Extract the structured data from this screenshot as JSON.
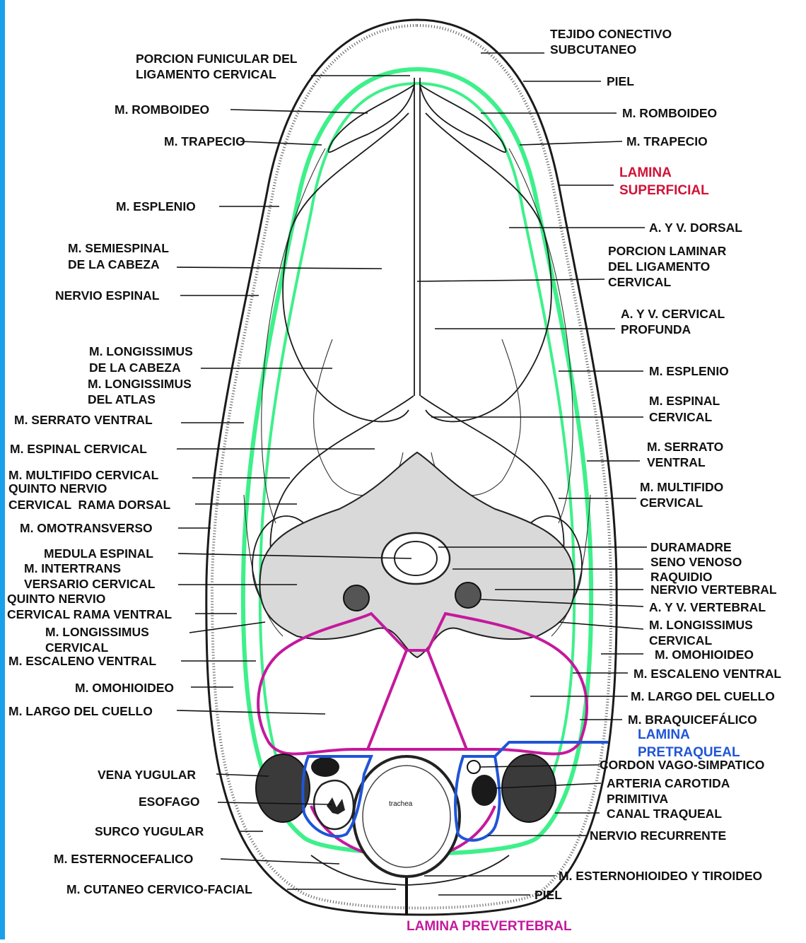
{
  "colors": {
    "sidebar": "#1aa0ea",
    "lamina_superficial": "#3ef08a",
    "lamina_pretraqueal": "#1f55d6",
    "lamina_prevertebral": "#c4199c",
    "label_red": "#d01237"
  },
  "labels": {
    "tejido": [
      "TEJIDO CONECTIVO",
      "SUBCUTANEO"
    ],
    "porcion_funicular": [
      "PORCION FUNICULAR DEL",
      "LIGAMENTO CERVICAL"
    ],
    "piel_top": "PIEL",
    "romboideo_left": "M. ROMBOIDEO",
    "romboideo_right": "M. ROMBOIDEO",
    "trapecio_left": "M. TRAPECIO",
    "trapecio_right": "M. TRAPECIO",
    "lamina_superficial": [
      "LAMINA",
      "SUPERFICIAL"
    ],
    "esplenio_left": "M. ESPLENIO",
    "av_dorsal": "A. Y V. DORSAL",
    "semiespinal": [
      "M. SEMIESPINAL",
      "DE LA CABEZA"
    ],
    "porcion_laminar": [
      "PORCION LAMINAR",
      "DEL LIGAMENTO",
      "CERVICAL"
    ],
    "nervio_espinal": "NERVIO ESPINAL",
    "av_cervical": [
      "A. Y V. CERVICAL",
      "PROFUNDA"
    ],
    "longissimus_cabeza": [
      "M. LONGISSIMUS",
      "DE LA CABEZA"
    ],
    "esplenio_right": "M. ESPLENIO",
    "longissimus_atlas": [
      "M. LONGISSIMUS",
      "DEL ATLAS"
    ],
    "espinal_cervical_right": [
      "M. ESPINAL",
      "CERVICAL"
    ],
    "serrato_left": "M. SERRATO VENTRAL",
    "serrato_right": [
      "M. SERRATO",
      "VENTRAL"
    ],
    "espinal_cervical_left": "M. ESPINAL CERVICAL",
    "multifido_left": "M. MULTIFIDO CERVICAL",
    "multifido_right": [
      "M. MULTIFIDO",
      "CERVICAL"
    ],
    "quinto_dorsal": [
      "QUINTO NERVIO",
      "CERVICAL  RAMA DORSAL"
    ],
    "omotransverso": "M. OMOTRANSVERSO",
    "duramadre": "DURAMADRE",
    "medula": "MEDULA ESPINAL",
    "seno_venoso": [
      "SENO VENOSO",
      "RAQUIDIO"
    ],
    "intertrans": [
      "M. INTERTRANS",
      "VERSARIO CERVICAL"
    ],
    "nervio_vertebral": "NERVIO VERTEBRAL",
    "quinto_ventral": [
      "QUINTO NERVIO",
      "CERVICAL RAMA VENTRAL"
    ],
    "av_vertebral": "A. Y V. VERTEBRAL",
    "longissimus_cervical_left": [
      "M. LONGISSIMUS",
      "CERVICAL"
    ],
    "longissimus_cervical_right": [
      "M. LONGISSIMUS",
      "CERVICAL"
    ],
    "omohioideo_right": "M. OMOHIOIDEO",
    "escaleno_left": "M. ESCALENO VENTRAL",
    "escaleno_right": "M. ESCALENO VENTRAL",
    "omohioideo_left": "M. OMOHIOIDEO",
    "largo_cuello_left": "M. LARGO DEL CUELLO",
    "largo_cuello_right": "M. LARGO DEL CUELLO",
    "braquicefalico": "M. BRAQUICEFÁLICO",
    "lamina_pretraqueal": [
      "LAMINA",
      "PRETRAQUEAL"
    ],
    "cordon_vago": "CORDON VAGO-SIMPATICO",
    "vena_yugular": "VENA YUGULAR",
    "arteria_carotida": [
      "ARTERIA CAROTIDA",
      "PRIMITIVA"
    ],
    "esofago": "ESOFAGO",
    "canal_traqueal": "CANAL TRAQUEAL",
    "surco_yugular": "SURCO YUGULAR",
    "nervio_recurrente": "NERVIO RECURRENTE",
    "esternocefalico": "M. ESTERNOCEFALICO",
    "esternohioideo": "M. ESTERNOHIOIDEO Y TIROIDEO",
    "cutaneo": "M. CUTANEO CERVICO-FACIAL",
    "piel_bottom": "PIEL",
    "lamina_prevertebral": "LAMINA PREVERTEBRAL",
    "trachea": "trachea"
  }
}
